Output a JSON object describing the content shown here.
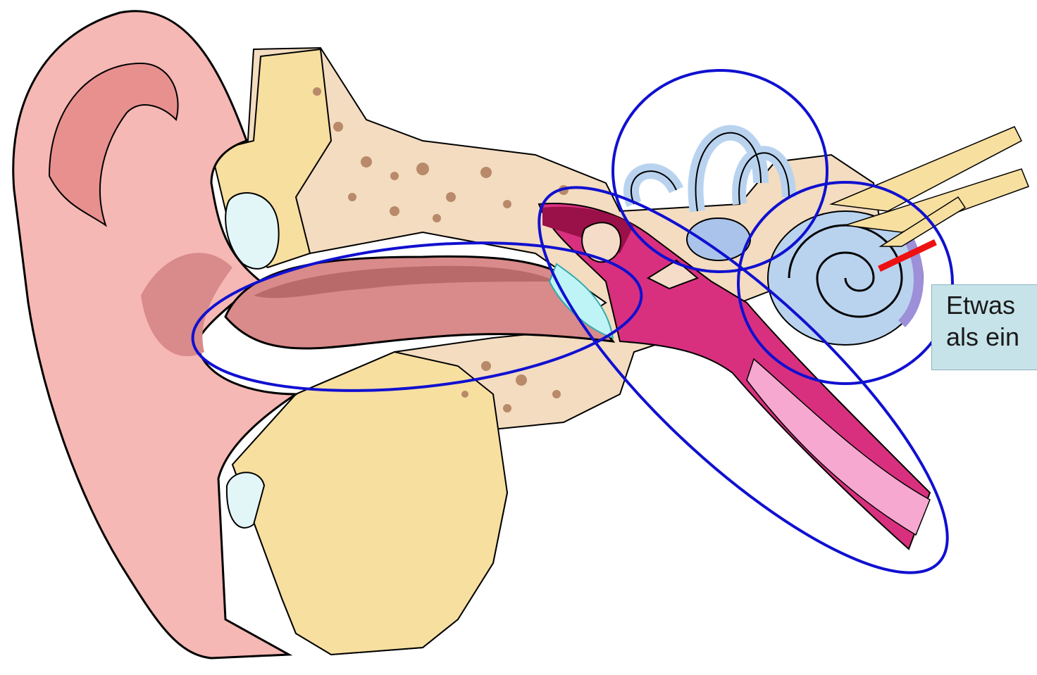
{
  "callout": {
    "line1": "Etwas",
    "line2": "als ein"
  },
  "colors": {
    "highlight_outline": "#1010d0",
    "pointer": "#ee1111",
    "callout_fill": "#c7e3ea",
    "auricle": "#f5b8b4",
    "canal": "#d98a8a",
    "bone": "#f7dfa0",
    "skull": "#f3dcc0",
    "middle_ear": "#d8307f",
    "eustachian": "#f7a8d0",
    "inner_ear": "#b9d3ef"
  },
  "highlights": [
    "ear-canal",
    "middle-ear",
    "semicircular-canals",
    "cochlea"
  ]
}
